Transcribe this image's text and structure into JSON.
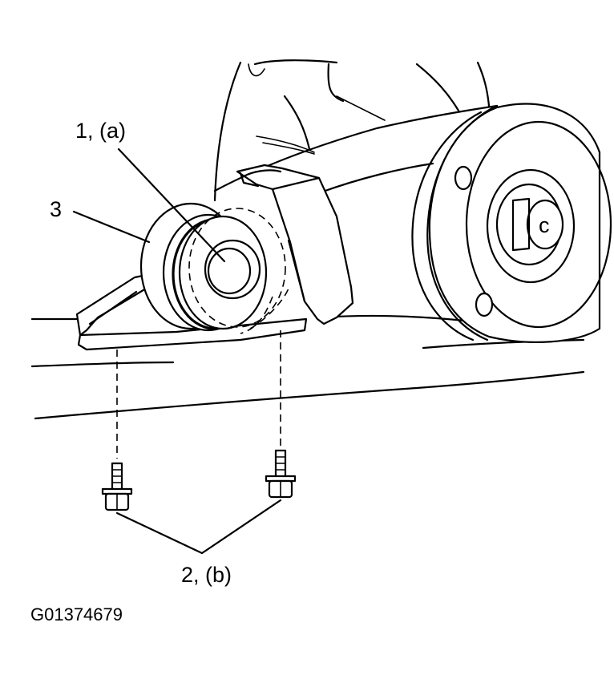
{
  "labels": {
    "callout_1": "1, (a)",
    "callout_2": "2, (b)",
    "callout_3": "3",
    "hub_letter": "c",
    "figure_code": "G01374679"
  }
}
